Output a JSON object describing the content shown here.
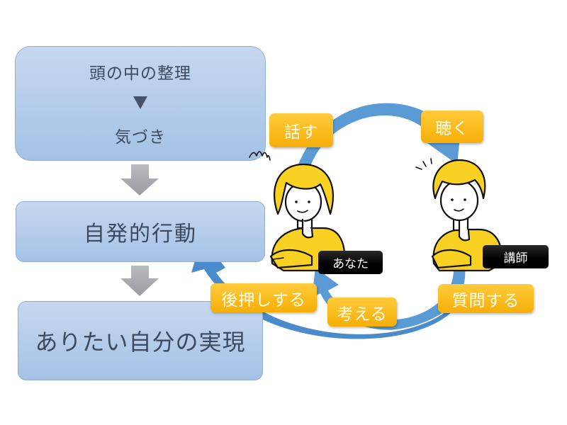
{
  "flow": {
    "box1": {
      "line1": "頭の中の整理",
      "line2": "気づき"
    },
    "box2": {
      "label": "自発的行動"
    },
    "box3": {
      "label": "ありたい自分の実現"
    }
  },
  "cycle": {
    "talk": "話す",
    "listen": "聴く",
    "ask": "質問する",
    "think": "考える",
    "push": "後押しする"
  },
  "people": {
    "you": "あなた",
    "coach": "講師"
  },
  "colors": {
    "box_top": "#c6d8ee",
    "box_bottom": "#a4c2e6",
    "box_text": "#3b4a5e",
    "cycle_arrow": "#5b9bd5",
    "tag_yellow": "#f9b914",
    "gray_arrow": "#a6a8ad",
    "character_yellow": "#f9d122"
  }
}
